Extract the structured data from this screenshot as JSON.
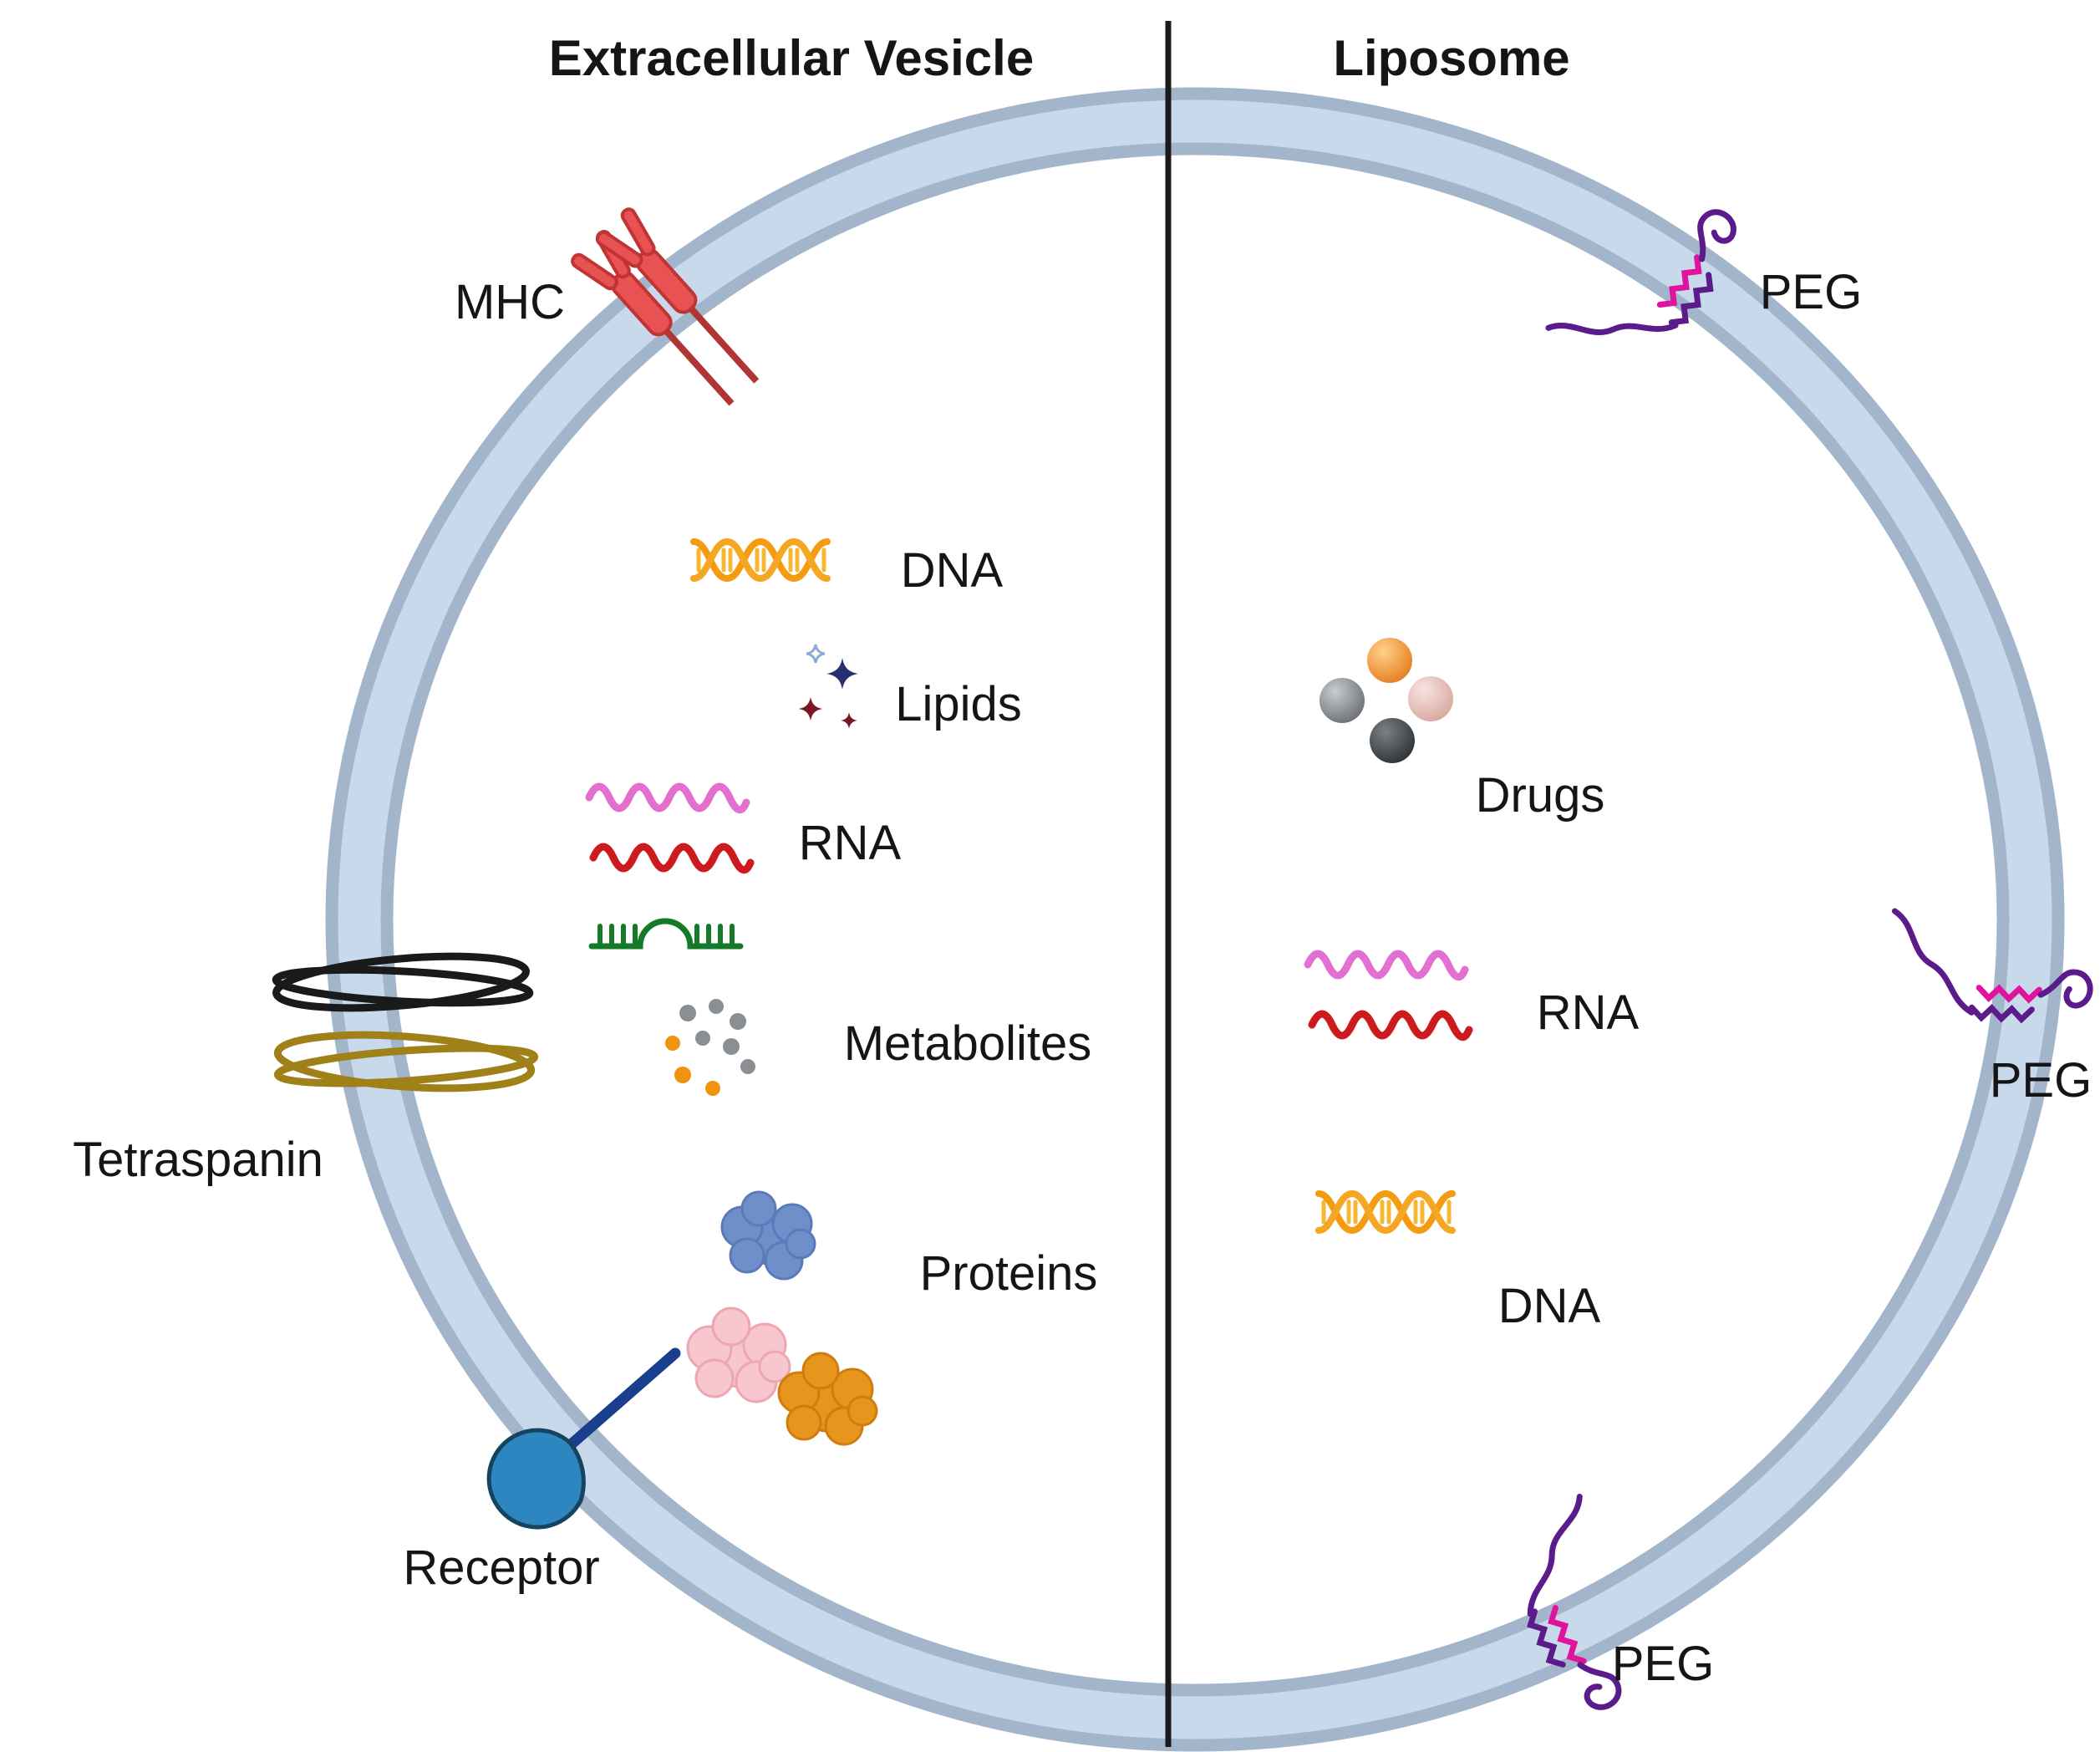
{
  "figure": {
    "left_panel": {
      "title": "Extracellular Vesicle"
    },
    "right_panel": {
      "title": "Liposome"
    },
    "labels": {
      "left_title": "Extracellular Vesicle",
      "right_title": "Liposome",
      "mhc": "MHC",
      "dna_left": "DNA",
      "lipids": "Lipids",
      "rna_left": "RNA",
      "metabolites": "Metabolites",
      "proteins": "Proteins",
      "tetraspanin": "Tetraspanin",
      "receptor": "Receptor",
      "peg_top": "PEG",
      "drugs": "Drugs",
      "rna_right": "RNA",
      "peg_right": "PEG",
      "dna_right": "DNA",
      "peg_bottom": "PEG"
    },
    "icons": {
      "mhc": "red forked transmembrane receptor",
      "dna": "orange double helix",
      "lipids": "blue and maroon four-point sparkles",
      "rna": "pink and red wavy strands",
      "mirna": "green comb strand with hairpin bump",
      "metabolites": "scattered gray and orange dots",
      "proteins": "blue, pink and orange globular blobs",
      "tetraspanin": "black and gold membrane loops",
      "receptor": "blue crescent with dark blue stalk",
      "peg": "magenta and purple polymer squiggle with loop",
      "drugs": "orange, gray, pink and dark spheres"
    },
    "colors": {
      "membrane_fill": "#c9d9ec",
      "membrane_edge": "#a3b5ca",
      "divider": "#1a1a1a",
      "dna_orange": "#f39c12",
      "rna_pink": "#e36fd0",
      "rna_red": "#cc1a1e",
      "mirna_green": "#157a28",
      "mhc_red": "#e85252",
      "receptor_blue": "#2e86c1",
      "receptor_stalk": "#1a3f8f",
      "tetraspanin_black": "#1a1a1a",
      "tetraspanin_gold": "#a08018",
      "peg_magenta": "#e0139e",
      "peg_purple": "#5b1b8a",
      "protein_blue": "#6f8fcb",
      "protein_pink": "#f8c6ce",
      "protein_orange": "#e8951d",
      "metabolite_gray": "#8a8f94",
      "metabolite_orange": "#f0940f",
      "drug_orange": "#e67e22",
      "drug_gray": "#6d7175",
      "drug_pink": "#d9a8a0",
      "drug_dark": "#2f3437"
    }
  }
}
